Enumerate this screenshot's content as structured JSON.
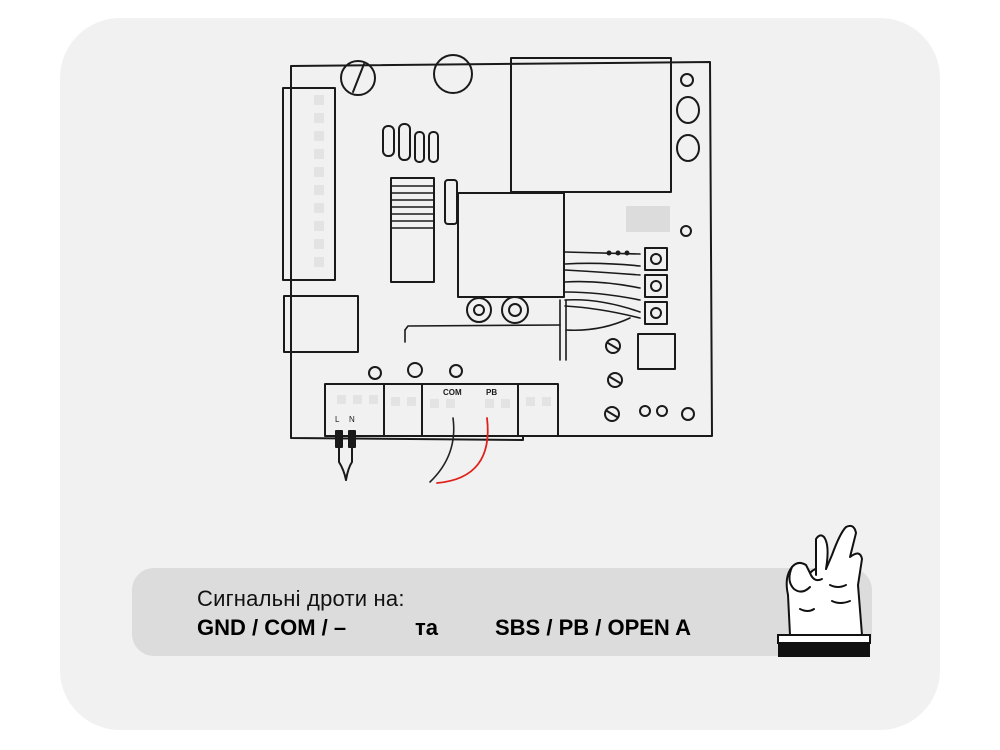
{
  "board": {
    "terminal_labels": {
      "l": "L",
      "n": "N",
      "com": "COM",
      "pb": "PB"
    }
  },
  "caption": {
    "line1": "Сигнальні дроти на:",
    "left": "GND / COM / –",
    "middle": "та",
    "right": "SBS / PB / OPEN A"
  },
  "colors": {
    "card_bg": "#f1f1f1",
    "caption_bg": "#dcdcdc",
    "line": "#1a1a1a",
    "signal_wire_black": "#222222",
    "signal_wire_red": "#e0201b",
    "cuff": "#111111"
  },
  "icons": {
    "hand": "fingers-crossed-hand-icon"
  }
}
